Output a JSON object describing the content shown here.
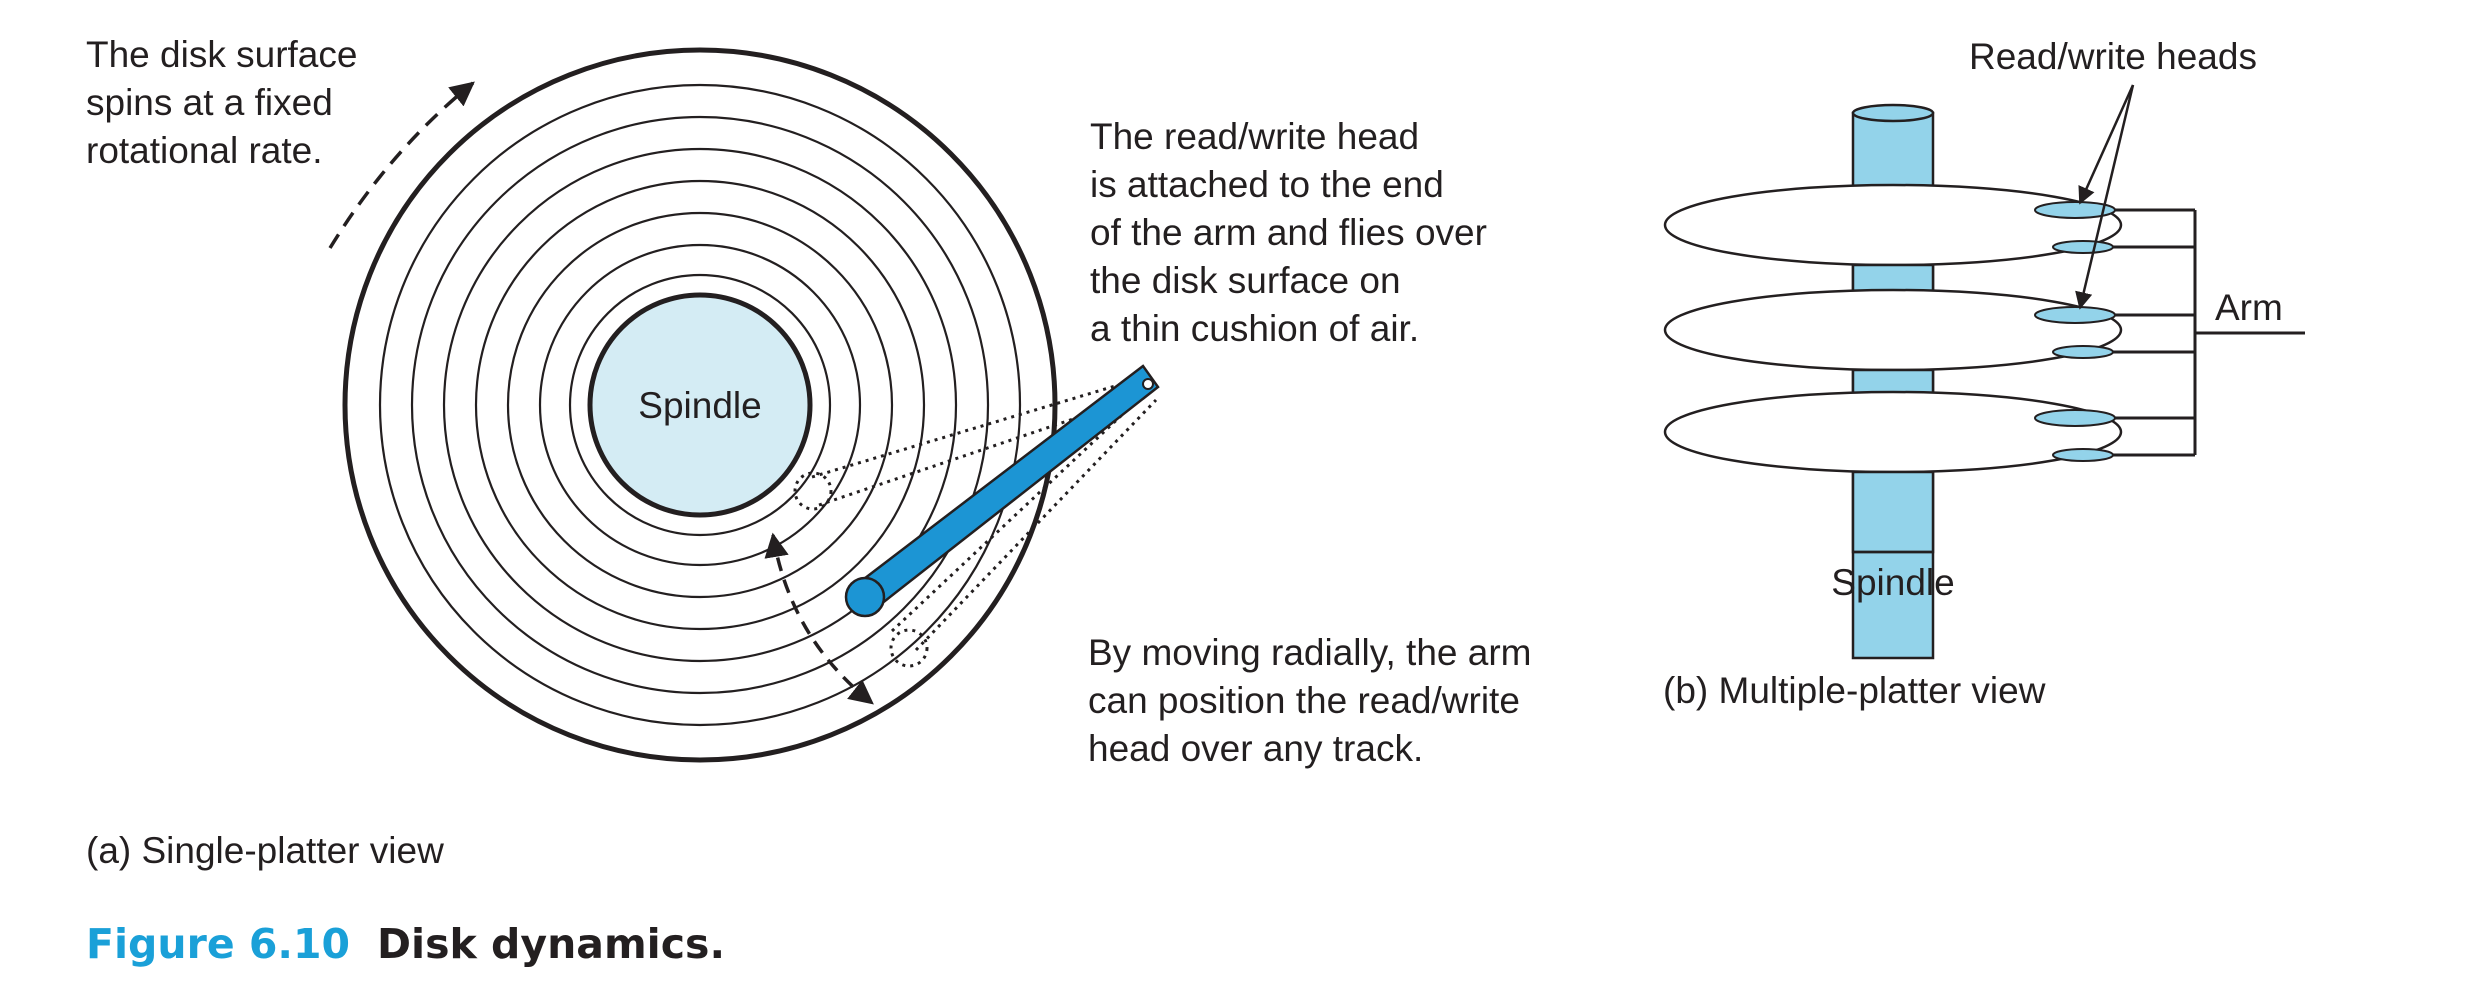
{
  "panel_a": {
    "spin_note": [
      "The disk surface",
      "spins at a fixed",
      "rotational rate."
    ],
    "spindle_label": "Spindle",
    "head_note": [
      "The read/write head",
      "is attached to the end",
      "of the arm and flies over",
      "the disk surface on",
      "a thin cushion of air."
    ],
    "radial_note": [
      "By moving radially, the arm",
      "can position the read/write",
      "head over any track."
    ],
    "caption": "(a) Single-platter view"
  },
  "panel_b": {
    "heads_label": "Read/write heads",
    "arm_label": "Arm",
    "spindle_label": "Spindle",
    "caption": "(b) Multiple-platter view"
  },
  "figure": {
    "number": "Figure 6.10",
    "title": "Disk dynamics."
  },
  "colors": {
    "arm_blue": "#1c95d4",
    "spindle_blue": "#93d3ea",
    "spindle_fill_light": "#d4ecf4",
    "line": "#231f20",
    "figure_label_blue": "#1aa0d8"
  }
}
